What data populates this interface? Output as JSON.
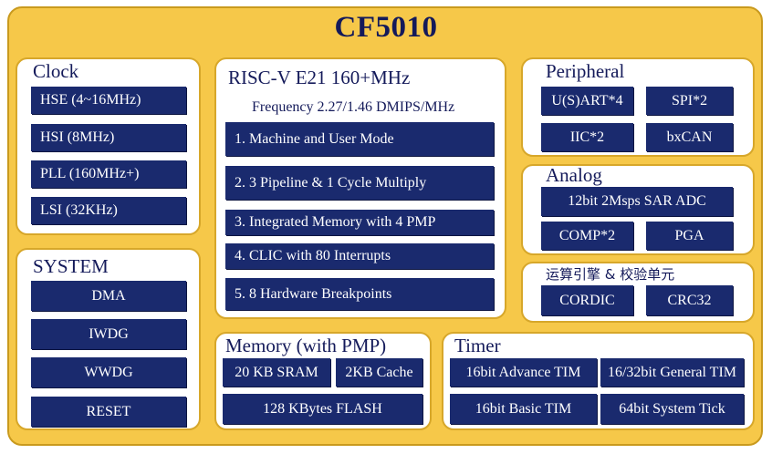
{
  "title": "CF5010",
  "clock": {
    "title": "Clock",
    "items": [
      "HSE (4~16MHz)",
      "HSI (8MHz)",
      "PLL (160MHz+)",
      "LSI (32KHz)"
    ]
  },
  "system": {
    "title": "SYSTEM",
    "items": [
      "DMA",
      "IWDG",
      "WWDG",
      "RESET"
    ]
  },
  "core": {
    "title": "RISC-V E21 160+MHz",
    "subtitle": "Frequency 2.27/1.46 DMIPS/MHz",
    "items": [
      "1. Machine and User Mode",
      "2. 3 Pipeline & 1 Cycle Multiply",
      "3. Integrated Memory with 4 PMP",
      "4. CLIC with 80 Interrupts",
      "5. 8 Hardware Breakpoints"
    ]
  },
  "memory": {
    "title": "Memory (with PMP)",
    "items": [
      "20 KB SRAM",
      "2KB Cache",
      "128 KBytes FLASH"
    ]
  },
  "timer": {
    "title": "Timer",
    "items": [
      "16bit Advance TIM",
      "16/32bit General TIM",
      "16bit Basic TIM",
      "64bit System Tick"
    ]
  },
  "peripheral": {
    "title": "Peripheral",
    "items": [
      "U(S)ART*4",
      "SPI*2",
      "IIC*2",
      "bxCAN"
    ]
  },
  "analog": {
    "title": "Analog",
    "items": [
      "12bit 2Msps SAR ADC",
      "COMP*2",
      "PGA"
    ]
  },
  "accel": {
    "title": "运算引擎 & 校验单元",
    "items": [
      "CORDIC",
      "CRC32"
    ]
  }
}
